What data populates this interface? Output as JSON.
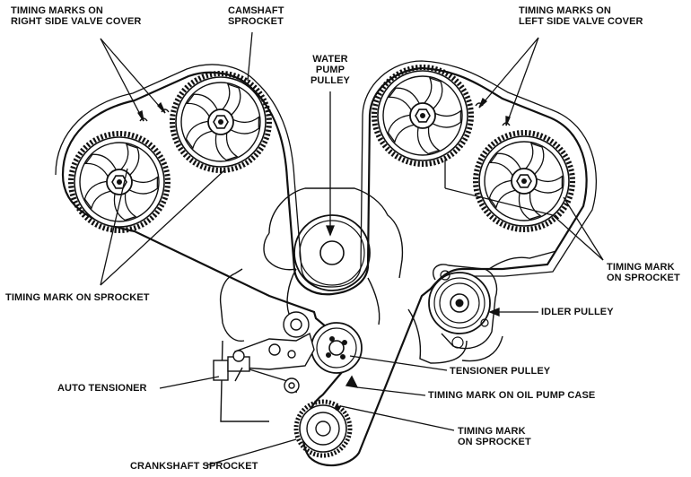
{
  "labels": {
    "timing_marks_right": [
      "TIMING MARKS ON",
      "RIGHT SIDE VALVE COVER"
    ],
    "camshaft_sprocket": [
      "CAMSHAFT",
      "SPROCKET"
    ],
    "water_pump_pulley": [
      "WATER",
      "PUMP",
      "PULLEY"
    ],
    "timing_marks_left": [
      "TIMING MARKS ON",
      "LEFT SIDE VALVE COVER"
    ],
    "timing_mark_sprocket_right": [
      "TIMING MARK",
      "ON SPROCKET"
    ],
    "timing_mark_sprocket_left": "TIMING MARK ON SPROCKET",
    "idler_pulley": "IDLER PULLEY",
    "tensioner_pulley": "TENSIONER PULLEY",
    "auto_tensioner": "AUTO TENSIONER",
    "timing_mark_oil_pump": "TIMING MARK ON OIL PUMP CASE",
    "timing_mark_sprocket_bottom": [
      "TIMING MARK",
      "ON SPROCKET"
    ],
    "crankshaft_sprocket": "CRANKSHAFT SPROCKET"
  },
  "colors": {
    "ink": "#111111",
    "background": "#ffffff"
  }
}
